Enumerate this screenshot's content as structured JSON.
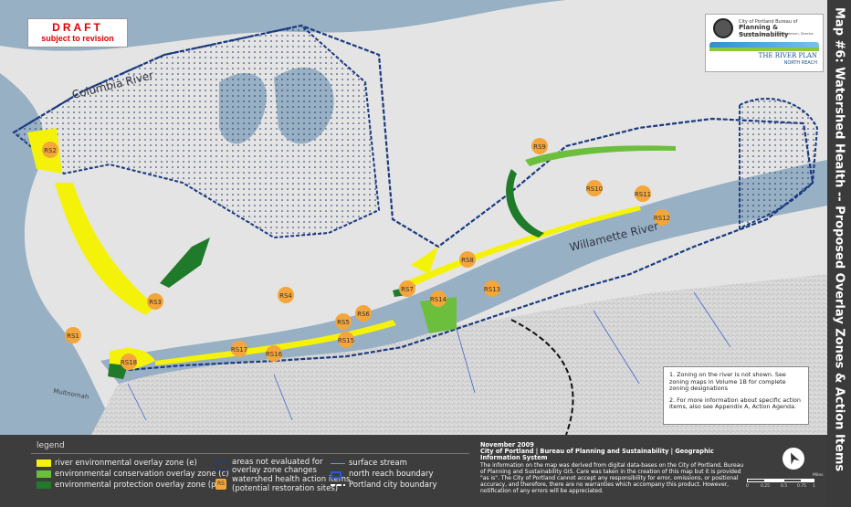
{
  "draft": {
    "line1": "DRAFT",
    "line2": "subject to revision"
  },
  "logo": {
    "org_line1": "City of Portland Bureau of",
    "org_line2": "Planning & Sustainability",
    "org_line3": "Sam Adams, Mayor | Susan Anderson, Director",
    "plan_title": "THE RIVER PLAN",
    "plan_subtitle": "NORTH REACH"
  },
  "map_title": "Map #6:  Watershed Health -- Proposed Overlay Zones & Action Items",
  "map_labels": {
    "columbia": "Columbia River",
    "willamette": "Willamette River",
    "multnomah": "Multnomah"
  },
  "action_sites": [
    {
      "id": "RS1",
      "label": "RS1"
    },
    {
      "id": "RS2",
      "label": "RS2"
    },
    {
      "id": "RS3",
      "label": "RS3"
    },
    {
      "id": "RS4",
      "label": "RS4"
    },
    {
      "id": "RS5",
      "label": "RS5"
    },
    {
      "id": "RS6",
      "label": "RS6"
    },
    {
      "id": "RS7",
      "label": "RS7"
    },
    {
      "id": "RS8",
      "label": "RS8"
    },
    {
      "id": "RS9",
      "label": "RS9"
    },
    {
      "id": "RS10",
      "label": "RS10"
    },
    {
      "id": "RS11",
      "label": "RS11"
    },
    {
      "id": "RS12",
      "label": "RS12"
    },
    {
      "id": "RS13",
      "label": "RS13"
    },
    {
      "id": "RS14",
      "label": "RS14"
    },
    {
      "id": "RS15",
      "label": "RS15"
    },
    {
      "id": "RS16",
      "label": "RS16"
    },
    {
      "id": "RS17",
      "label": "RS17"
    },
    {
      "id": "RS18",
      "label": "RS18"
    }
  ],
  "notes": {
    "note1": "1. Zoning on the river is not shown.  See zoning maps in Volume 1B for complete zoning designations",
    "note2": "2. For more information about specific action items, also see Appendix A, Action Agenda."
  },
  "legend": {
    "title": "legend",
    "items": {
      "river_env": "river environmental overlay zone (e)",
      "env_conservation": "environmental conservation overlay zone (c)",
      "env_protection": "environmental protection overlay zone (p)",
      "not_evaluated_1": "areas not evaluated for",
      "not_evaluated_2": "overlay zone changes",
      "action_items_1": "watershed health action items",
      "action_items_2": "(potential restoration sites)",
      "action_symbol": "RS",
      "surface_stream": "surface stream",
      "north_reach": "north reach boundary",
      "city_boundary": "Portland city boundary"
    },
    "colors": {
      "river_env": "#f5f20a",
      "env_conservation": "#6cbf3c",
      "env_protection": "#1f7a2a",
      "action_badge": "#f4a63a",
      "north_reach": "#1a3b80",
      "water": "#98b0c4"
    }
  },
  "info": {
    "date": "November 2009",
    "org": "City of Portland | Bureau of Planning and Sustainability | Geographic Information System",
    "disclaimer": "The information on the map was derived from digital data-bases on the City of Portland, Bureau of Planning and Sustainability GIS.  Care was taken in the creation of this map but it is provided \"as is\". The City of Portland cannot accept any responsibility for error, omissions, or positional accuracy, and therefore, there are no warranties which accompany this product.  However, notification of any errors will be appreciated."
  },
  "scale": {
    "ticks": [
      "0",
      "0.25",
      "0.5",
      "0.75",
      "1"
    ],
    "unit": "Miles"
  }
}
